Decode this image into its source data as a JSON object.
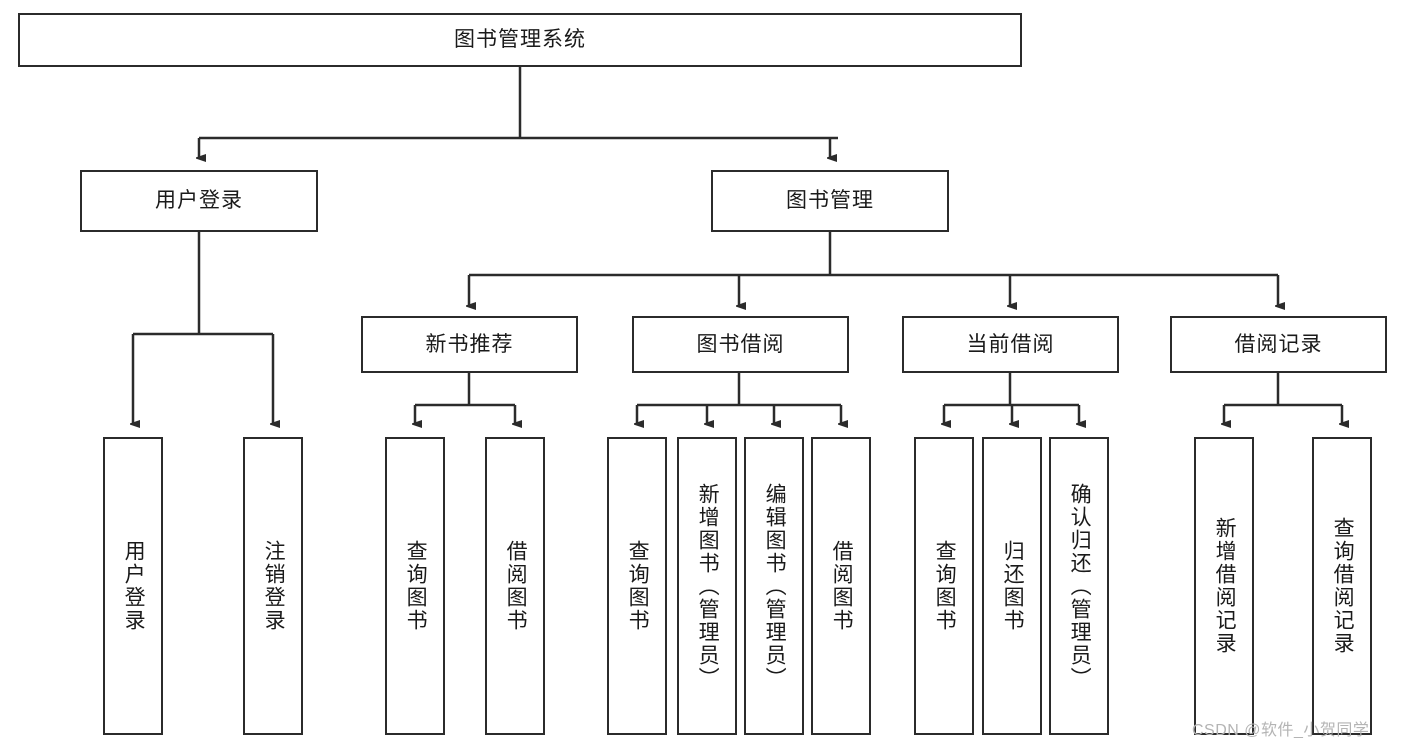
{
  "diagram": {
    "title": "图书管理系统",
    "watermark": "CSDN @软件_小贺同学",
    "root": {
      "label": "图书管理系统"
    },
    "level2": [
      {
        "label": "用户登录"
      },
      {
        "label": "图书管理"
      }
    ],
    "level3": [
      {
        "label": "新书推荐"
      },
      {
        "label": "图书借阅"
      },
      {
        "label": "当前借阅"
      },
      {
        "label": "借阅记录"
      }
    ],
    "leaves": {
      "user_login": [
        {
          "label": "用户登录"
        },
        {
          "label": "注销登录"
        }
      ],
      "new_book_recommend": [
        {
          "label": "查询图书"
        },
        {
          "label": "借阅图书"
        }
      ],
      "book_borrow": [
        {
          "label": "查询图书"
        },
        {
          "label": "新增图书（管理员）"
        },
        {
          "label": "编辑图书（管理员）"
        },
        {
          "label": "借阅图书"
        }
      ],
      "current_borrow": [
        {
          "label": "查询图书"
        },
        {
          "label": "归还图书"
        },
        {
          "label": "确认归还（管理员）"
        }
      ],
      "borrow_record": [
        {
          "label": "新增借阅记录"
        },
        {
          "label": "查询借阅记录"
        }
      ]
    },
    "colors": {
      "stroke": "#2b2b2b",
      "background": "#ffffff",
      "text": "#1a1a1a",
      "watermark": "#b4b4b4"
    }
  }
}
